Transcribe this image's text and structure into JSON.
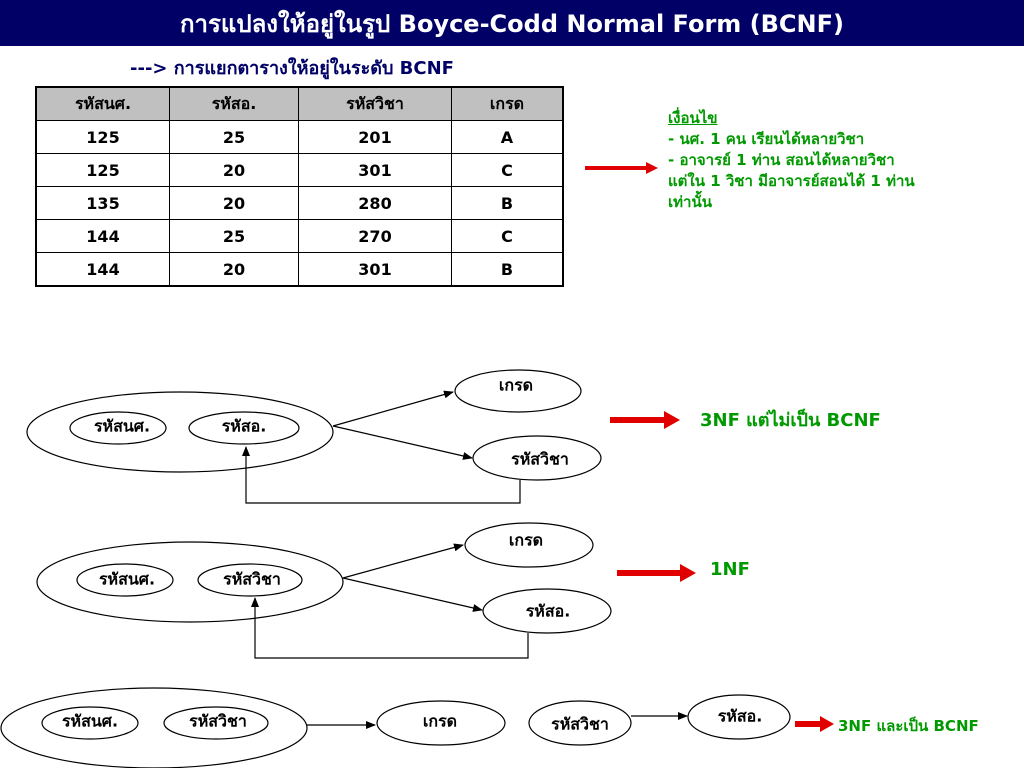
{
  "title": "การแปลงให้อยู่ในรูป Boyce-Codd Normal Form (BCNF)",
  "subtitle": "---> การแยกตารางให้อยู่ในระดับ BCNF",
  "table": {
    "headers": [
      "รหัสนศ.",
      "รหัสอ.",
      "รหัสวิชา",
      "เกรด"
    ],
    "rows": [
      [
        "125",
        "25",
        "201",
        "A"
      ],
      [
        "125",
        "20",
        "301",
        "C"
      ],
      [
        "135",
        "20",
        "280",
        "B"
      ],
      [
        "144",
        "25",
        "270",
        "C"
      ],
      [
        "144",
        "20",
        "301",
        "B"
      ]
    ]
  },
  "conditions": {
    "heading": "เงื่อนไข",
    "line1": "- นศ. 1 คน เรียนได้หลายวิชา",
    "line2": "- อาจารย์ 1 ท่าน สอนได้หลายวิชา",
    "line3": "แต่ใน 1 วิชา มีอาจารย์สอนได้ 1 ท่าน",
    "line4": "เท่านั้น"
  },
  "diagram1": {
    "key1": "รหัสนศ.",
    "key2": "รหัสอ.",
    "target1": "เกรด",
    "target2": "รหัสวิชา",
    "result": "3NF แต่ไม่เป็น BCNF"
  },
  "diagram2": {
    "key1": "รหัสนศ.",
    "key2": "รหัสวิชา",
    "target1": "เกรด",
    "target2": "รหัสอ.",
    "result": "1NF"
  },
  "diagram3": {
    "key1": "รหัสนศ.",
    "key2": "รหัสวิชา",
    "target1": "เกรด",
    "source2": "รหัสวิชา",
    "target2": "รหัสอ.",
    "result": "3NF และเป็น BCNF"
  },
  "colors": {
    "title_bg": "#000066",
    "subtitle": "#000066",
    "header_bg": "#c0c0c0",
    "green_text": "#009900",
    "arrow_red": "#e00000"
  }
}
